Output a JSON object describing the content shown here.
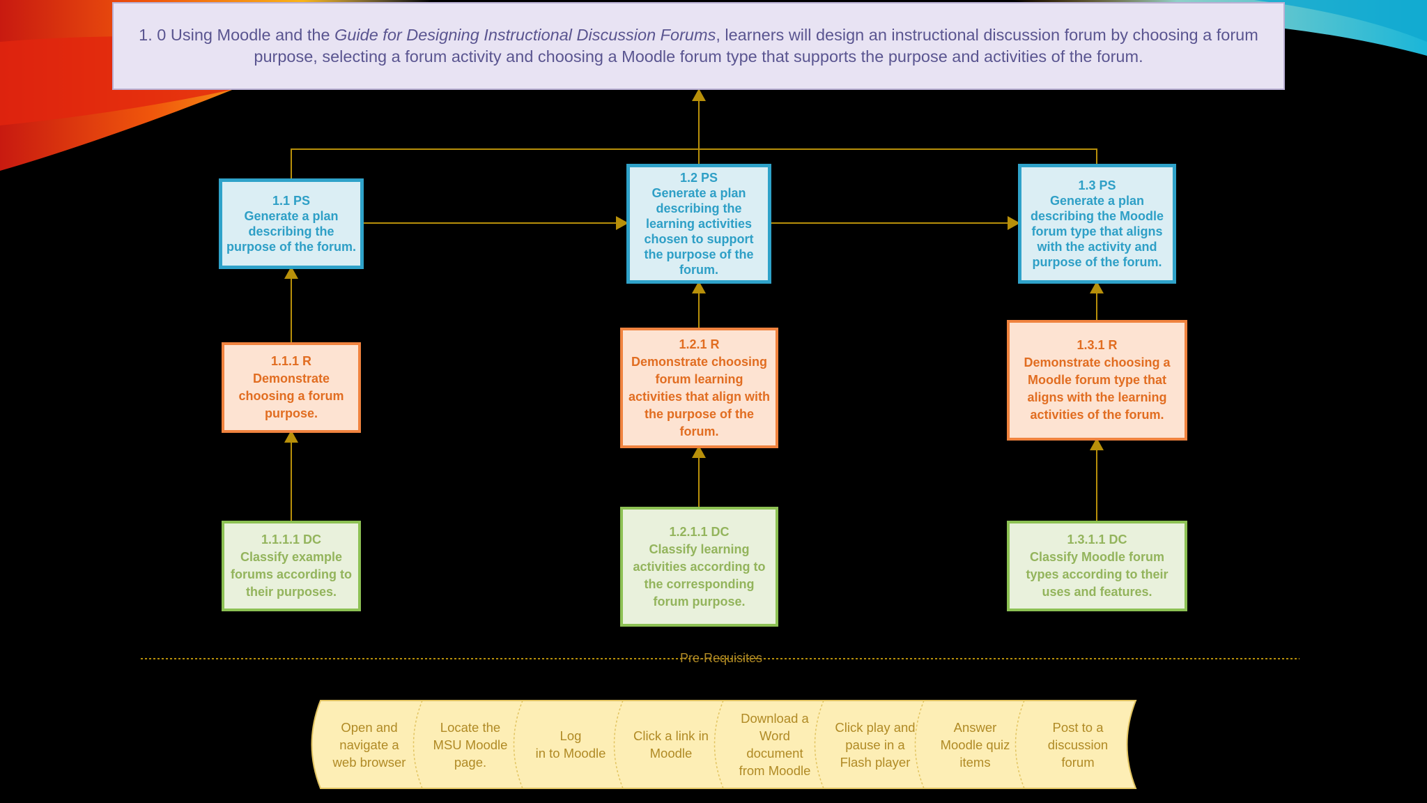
{
  "goal": {
    "prefix": "1. 0 Using Moodle and the ",
    "guide_title": "Guide for Designing Instructional Discussion Forums",
    "suffix": ", learners will design an instructional discussion forum by choosing a forum purpose, selecting a forum activity and choosing a Moodle forum type that supports the purpose and activities of the forum."
  },
  "ps_nodes": [
    {
      "id": "1.1 PS",
      "text": "Generate a plan describing the purpose of the forum."
    },
    {
      "id": "1.2 PS",
      "text": "Generate a plan describing the learning activities chosen to support the purpose of the forum."
    },
    {
      "id": "1.3 PS",
      "text": "Generate a plan describing the Moodle forum type that aligns with the activity and purpose of the forum."
    }
  ],
  "r_nodes": [
    {
      "id": "1.1.1 R",
      "text": "Demonstrate choosing a forum purpose."
    },
    {
      "id": "1.2.1 R",
      "text": "Demonstrate choosing forum learning activities that align with the purpose of the forum."
    },
    {
      "id": "1.3.1 R",
      "text": "Demonstrate choosing a Moodle forum type that aligns with the learning activities of the forum."
    }
  ],
  "dc_nodes": [
    {
      "id": "1.1.1.1 DC",
      "text": "Classify example forums according to their purposes."
    },
    {
      "id": "1.2.1.1 DC",
      "text": "Classify learning activities according to the corresponding forum purpose."
    },
    {
      "id": "1.3.1.1 DC",
      "text": "Classify Moodle forum types according to their uses and features."
    }
  ],
  "prerequisites": {
    "label": "Pre-Requisites",
    "items": [
      "Open and\nnavigate a\nweb browser",
      "Locate the\nMSU Moodle\npage.",
      "Log\nin to Moodle",
      "Click a link in\nMoodle",
      "Download a\nWord\ndocument\nfrom Moodle",
      "Click play and\npause in a\nFlash player",
      "Answer\nMoodle quiz\nitems",
      "Post to a\ndiscussion\nforum"
    ]
  },
  "colors": {
    "connector": "#b8900a",
    "ps_border": "#2fa2c9",
    "r_border": "#f0833f",
    "dc_border": "#8dc154",
    "prereq_fill": "#fdeeb5"
  }
}
